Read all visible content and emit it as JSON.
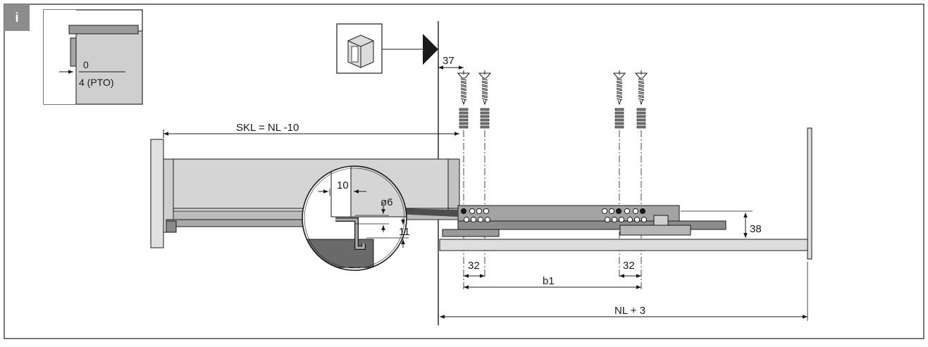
{
  "badge": {
    "label": "i",
    "color": "#8c8c8c"
  },
  "inset_top_left": {
    "value_top": "0",
    "value_bottom": "4 (PTO)"
  },
  "cabinet_icon": {
    "icon": "cabinet-door-icon"
  },
  "dimensions": {
    "front_offset": "37",
    "skl": "SKL = NL -10",
    "groove_width": "10",
    "hole_diameter": "ø6",
    "hole_height": "11",
    "runner_height": "38",
    "hole_spacing_left": "32",
    "hole_spacing_right": "32",
    "b1": "b1",
    "nl": "NL + 3"
  },
  "colors": {
    "line": "#1a1a1a",
    "panel_fill": "#d9d9d9",
    "panel_dark": "#b3b3b3",
    "runner_fill": "#9a9a9a",
    "inset_fill": "#c8c8c8"
  }
}
